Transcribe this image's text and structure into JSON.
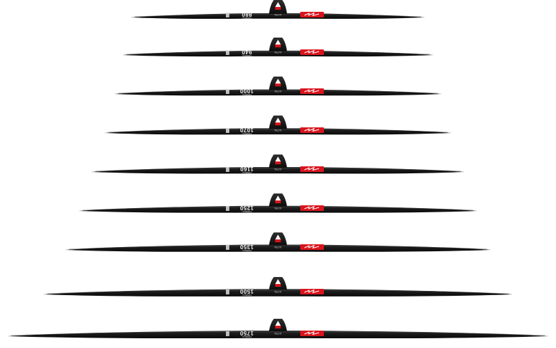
{
  "product_line": {
    "brand_mark": "FIREBALL",
    "model_mark": "ULTRA",
    "wings": [
      {
        "size": "880"
      },
      {
        "size": "940"
      },
      {
        "size": "1000"
      },
      {
        "size": "1070"
      },
      {
        "size": "1160"
      },
      {
        "size": "1250"
      },
      {
        "size": "1350"
      },
      {
        "size": "1500"
      },
      {
        "size": "1750"
      }
    ]
  },
  "colors": {
    "background": "#ffffff",
    "wing_body": "#151515",
    "wing_edge_highlight": "#4a4a4a",
    "accent_red": "#d9141c",
    "logo_white": "#ffffff"
  },
  "icons": {
    "mount_badge": "fireball-mount-logo-icon",
    "brand_sticker": "red-brand-sticker-icon"
  }
}
